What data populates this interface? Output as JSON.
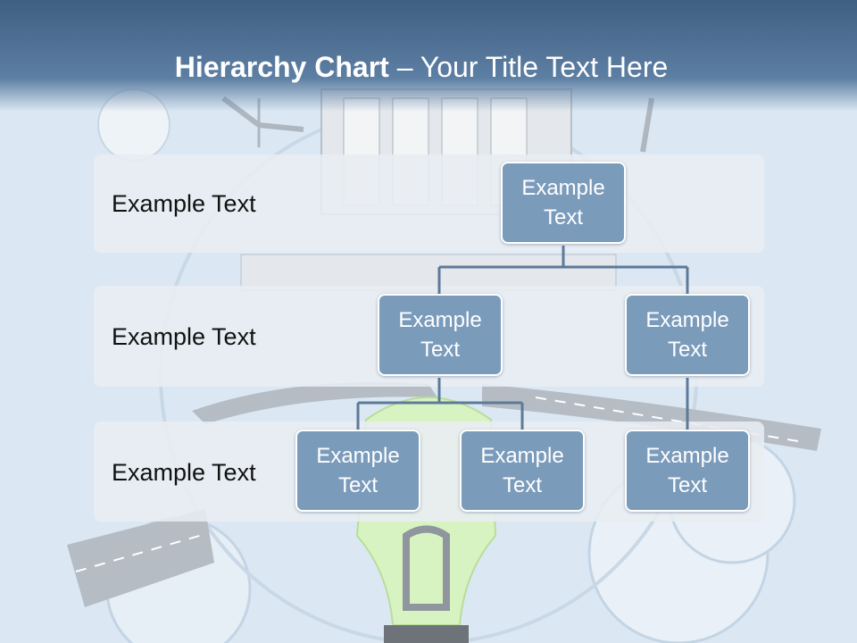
{
  "title": {
    "bold": "Hierarchy Chart",
    "rest": " – Your Title Text Here"
  },
  "levels": [
    {
      "label": "Example Text"
    },
    {
      "label": "Example Text"
    },
    {
      "label": "Example Text"
    }
  ],
  "nodes": {
    "root": {
      "line1": "Example",
      "line2": "Text"
    },
    "l2_left": {
      "line1": "Example",
      "line2": "Text"
    },
    "l2_right": {
      "line1": "Example",
      "line2": "Text"
    },
    "l3_a": {
      "line1": "Example",
      "line2": "Text"
    },
    "l3_b": {
      "line1": "Example",
      "line2": "Text"
    },
    "l3_c": {
      "line1": "Example",
      "line2": "Text"
    }
  },
  "colors": {
    "node_fill": "#7b9bbb",
    "connector": "#5d7a99",
    "title_bar": "#3f5f82"
  }
}
